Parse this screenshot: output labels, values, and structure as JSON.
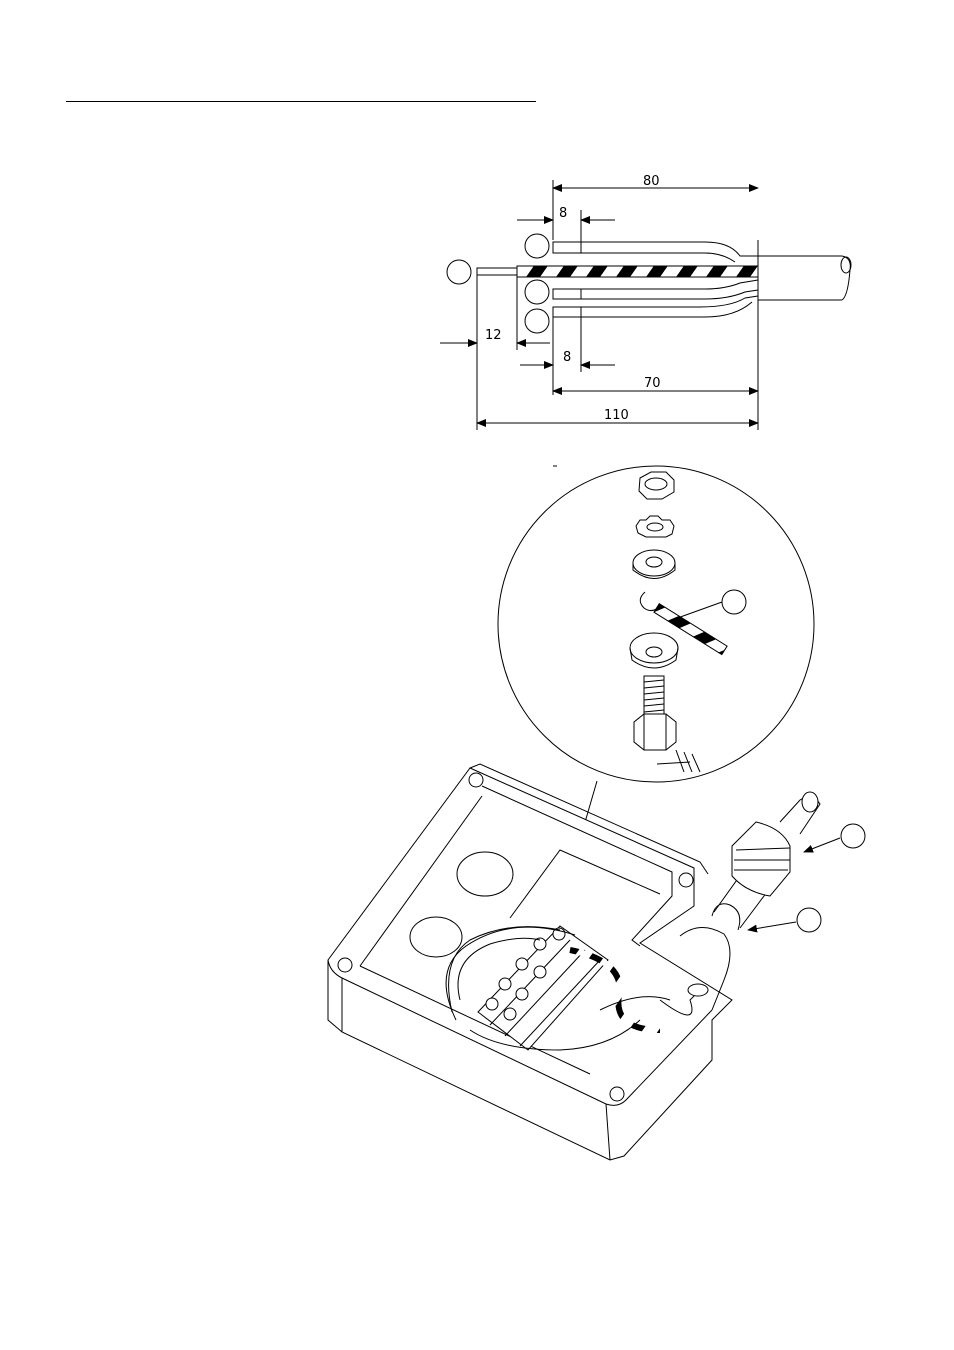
{
  "dimensions": {
    "overall_outer": "80",
    "strip_top": "8",
    "protrusion": "12",
    "strip_bottom": "8",
    "outer_lower": "70",
    "overall_total": "110"
  },
  "callouts": [
    "",
    "",
    "",
    "",
    "",
    "",
    ""
  ]
}
